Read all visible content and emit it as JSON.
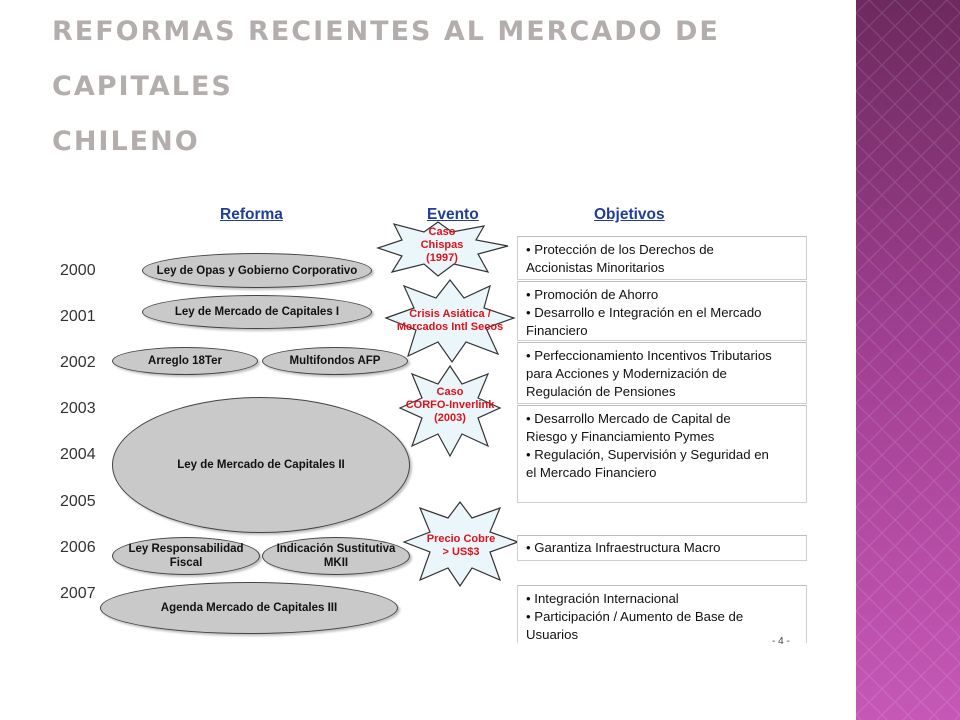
{
  "slide": {
    "title_line1": "Reformas Recientes al Mercado de Capitales",
    "title_line2": "Chileno",
    "page_number": "- 4 -"
  },
  "colors": {
    "sidebar_top": "#6d2a5e",
    "sidebar_bottom": "#c657b6",
    "header_blue": "#1f3d99",
    "event_red": "#e0121b",
    "ellipse_fill": "#c9c9c9",
    "title_gray": "#b3aeab"
  },
  "headers": {
    "reforma": "Reforma",
    "evento": "Evento",
    "objetivos": "Objetivos"
  },
  "years": [
    "2000",
    "2001",
    "2002",
    "2003",
    "2004",
    "2005",
    "2006",
    "2007"
  ],
  "reforms": {
    "opas": "Ley de Opas y Gobierno Corporativo",
    "mk1": "Ley de Mercado de Capitales I",
    "arreglo": "Arreglo 18Ter",
    "multifondos": "Multifondos AFP",
    "mk2": "Ley de Mercado de Capitales II",
    "fiscal": "Ley Responsabilidad\nFiscal",
    "mkii": "Indicación Sustitutiva\nMKII",
    "mk3": "Agenda Mercado de Capitales III"
  },
  "events": {
    "chispas": "Caso\nChispas\n(1997)",
    "crisis": "Crisis Asiática /\nMercados Intl Secos",
    "corfo": "Caso\nCORFO-Inverlink\n(2003)",
    "cobre": "Precio Cobre\n> US$3"
  },
  "objectives": {
    "o1": [
      "• Protección de los Derechos de",
      "Accionistas Minoritarios"
    ],
    "o2": [
      "• Promoción de Ahorro",
      "• Desarrollo e Integración en el Mercado",
      "Financiero"
    ],
    "o3": [
      "• Perfeccionamiento Incentivos Tributarios",
      "para Acciones y Modernización de",
      "Regulación de Pensiones"
    ],
    "o4": [
      "• Desarrollo Mercado de Capital de",
      "Riesgo y Financiamiento Pymes",
      "• Regulación, Supervisión y Seguridad en",
      "el Mercado Financiero"
    ],
    "o5": [
      "• Garantiza Infraestructura Macro"
    ],
    "o6": [
      "• Integración Internacional",
      "• Participación / Aumento de Base de",
      "Usuarios"
    ]
  }
}
